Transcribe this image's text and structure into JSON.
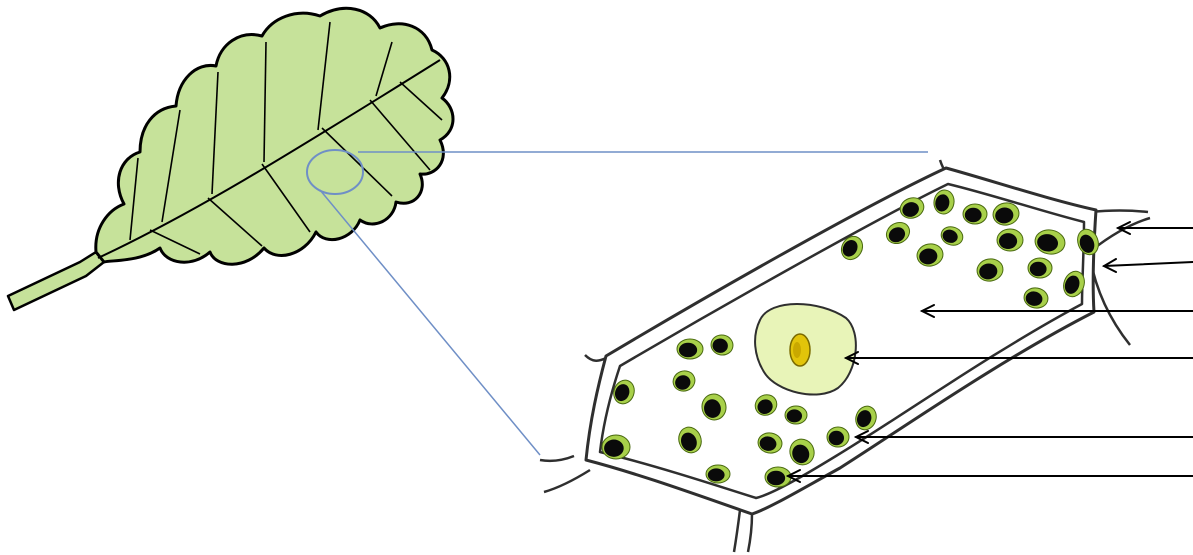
{
  "diagram": {
    "colors": {
      "leaf_fill": "#c6e29a",
      "leaf_outline": "#000000",
      "vein": "#000000",
      "zoom_lines": "#6f8fc6",
      "cell_wall": "#2f2f2f",
      "cytoplasm": "#ffffff",
      "chloroplast_fill": "#a8d04a",
      "chloroplast_dark": "#0a0a0a",
      "nucleus_fill": "#e8f4b8",
      "nucleolus_fill": "#e2c40a",
      "arrow": "#000000"
    },
    "label_pointers": [
      {
        "id": "cell-wall",
        "text": ""
      },
      {
        "id": "cell-membrane",
        "text": ""
      },
      {
        "id": "vacuole",
        "text": ""
      },
      {
        "id": "nucleus",
        "text": ""
      },
      {
        "id": "chloroplast",
        "text": ""
      },
      {
        "id": "cytoplasm",
        "text": ""
      }
    ]
  }
}
